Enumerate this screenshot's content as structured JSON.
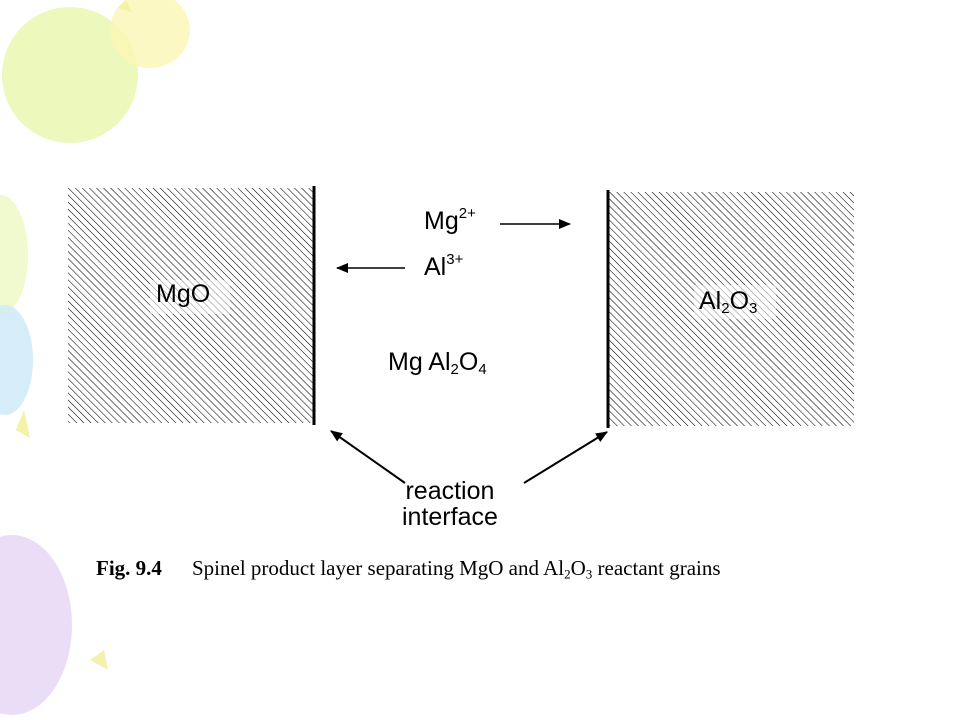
{
  "diagram": {
    "left_grain": {
      "main": "MgO"
    },
    "right_grain": {
      "main": "Al",
      "sub1": "2",
      "mid": "O",
      "sub2": "3"
    },
    "mg_ion": {
      "main": "Mg",
      "sup": "2+"
    },
    "al_ion": {
      "main": "Al",
      "sup": "3+"
    },
    "product": {
      "pre": "Mg Al",
      "sub1": "2",
      "mid": "O",
      "sub2": "4"
    },
    "interface_label": {
      "line1": "reaction",
      "line2": "interface"
    }
  },
  "caption": {
    "number": "Fig. 9.4",
    "text_1": "Spinel product layer separating MgO and Al",
    "sub1": "2",
    "text_2": "O",
    "sub2": "3",
    "text_3": " reactant grains"
  },
  "colors": {
    "hatch": "#000000",
    "balloon_green": "#e9f7b0",
    "balloon_yellow": "#fbf6b4",
    "balloon_blue": "#cfeaf8",
    "balloon_purple": "#ead9f6"
  }
}
